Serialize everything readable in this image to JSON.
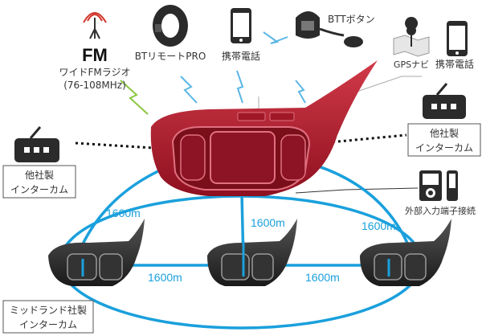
{
  "colors": {
    "accent_blue": "#1aa0dc",
    "main_unit_red": "#b01e2e",
    "dark_unit": "#2b2b2b",
    "fm_antenna_red": "#d0362b",
    "lightning_blue": "#5bb7e6",
    "lightning_green": "#8cc63f"
  },
  "devices": {
    "fm_logo": "FM",
    "fm_radio_label": "ワイドFMラジオ",
    "fm_radio_range": "(76-108MHz)",
    "bt_remote_label": "BTリモートPRO",
    "phone1_label": "携帯電話",
    "btt_button_label": "BTTボタン",
    "gps_label": "GPSナビ",
    "phone2_label": "携帯電話",
    "ext_input_label": "外部入力端子接続"
  },
  "intercoms": {
    "left_line1": "他社製",
    "left_line2": "インターカム",
    "right_line1": "他社製",
    "right_line2": "インターカム",
    "midland_line1": "ミッドランド社製",
    "midland_line2": "インターカム"
  },
  "distances": {
    "d1": "1600m",
    "d2": "1600m",
    "d3": "1600m",
    "d4": "1600m",
    "d5": "1600m"
  },
  "icons": [
    "fm-antenna-icon",
    "bt-remote-icon",
    "phone-icon",
    "btt-button-icon",
    "gps-icon",
    "intercom-radio-icon",
    "music-player-icon",
    "lightning-icon"
  ]
}
